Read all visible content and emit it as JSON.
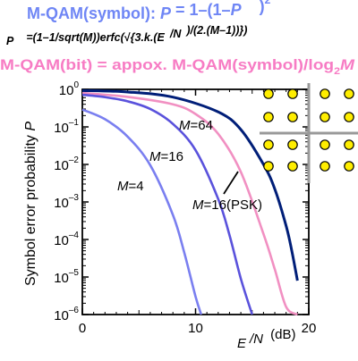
{
  "header": {
    "eq1": {
      "prefix": "M-QAM(symbol): ",
      "p": "P",
      "p_sub": "",
      "mid": " = 1–(1–",
      "p2": "P",
      "p2_sub": "",
      "close": ")",
      "exp": "2"
    },
    "eq2": {
      "p": "P",
      "p_sub": "",
      "a": "=(1–1/sqrt(M))erfc(",
      "sqrt": "√",
      "b": "{3.k.(E",
      "b_sub": "",
      "c": "/N",
      "c_sub": "",
      "d": ")/(2.(M–1))})"
    },
    "eq3": {
      "text": "M-QAM(bit) = appox. M-QAM(symbol)/log",
      "sub": "2",
      "m": "M"
    }
  },
  "chart_data": {
    "type": "line",
    "xlabel": {
      "e": "E",
      "e_sub": "",
      "slash": "/N",
      "n_sub": "",
      "unit": " (dB)"
    },
    "ylabel": {
      "text": "Symbol error probability ",
      "p": "P",
      "p_sub": ""
    },
    "xlim": [
      0,
      20
    ],
    "ylim_log10": [
      -6,
      0
    ],
    "y_log_scale": true,
    "x_ticks": [
      {
        "v": 0,
        "label": "0"
      },
      {
        "v": 10,
        "label": "10"
      },
      {
        "v": 20,
        "label": "20"
      }
    ],
    "y_ticks": [
      {
        "exp": 0,
        "base": "10",
        "sup": "0"
      },
      {
        "exp": -1,
        "base": "10",
        "sup": "–1"
      },
      {
        "exp": -2,
        "base": "10",
        "sup": "–2"
      },
      {
        "exp": -3,
        "base": "10",
        "sup": "–3"
      },
      {
        "exp": -4,
        "base": "10",
        "sup": "–4"
      },
      {
        "exp": -5,
        "base": "10",
        "sup": "–5"
      },
      {
        "exp": -6,
        "base": "10",
        "sup": "–6"
      }
    ],
    "series": [
      {
        "label": {
          "m": "M",
          "rest": "=4"
        },
        "color": "#7a7ff0",
        "x": [
          0,
          2,
          4,
          6,
          8,
          9,
          10,
          10.5
        ],
        "y": [
          0.29,
          0.16,
          0.055,
          0.0095,
          0.00045,
          4.5e-05,
          3e-06,
          1e-06
        ]
      },
      {
        "label": {
          "m": "M",
          "rest": "=16"
        },
        "color": "#5a52dc",
        "x": [
          0,
          2,
          4,
          6,
          8,
          10,
          12,
          13,
          14,
          15
        ],
        "y": [
          0.72,
          0.62,
          0.48,
          0.3,
          0.12,
          0.024,
          0.0012,
          0.00013,
          9e-06,
          1e-06
        ]
      },
      {
        "label": {
          "m": "M",
          "rest": "=16(PSK)"
        },
        "color": "#f190c2",
        "x": [
          0,
          4,
          8,
          10,
          12,
          14,
          16,
          17,
          18,
          19
        ],
        "y": [
          0.8,
          0.63,
          0.4,
          0.22,
          0.065,
          0.0063,
          0.00014,
          1.6e-05,
          1.6e-06,
          8e-07
        ]
      },
      {
        "label": {
          "m": "M",
          "rest": "=64"
        },
        "color": "#001e78",
        "x": [
          0,
          4,
          8,
          12,
          14,
          16,
          17,
          18,
          18.5,
          19
        ],
        "y": [
          0.93,
          0.85,
          0.62,
          0.25,
          0.085,
          0.01,
          0.0022,
          0.00023,
          5e-05,
          8e-06
        ]
      }
    ]
  },
  "constellation_dots": 16,
  "colors": {
    "header_blue": "#6f86f5",
    "header_pink": "#f77cc4",
    "dot_fill": "#ffee00",
    "cross": "#999999",
    "axis": "#000000"
  }
}
